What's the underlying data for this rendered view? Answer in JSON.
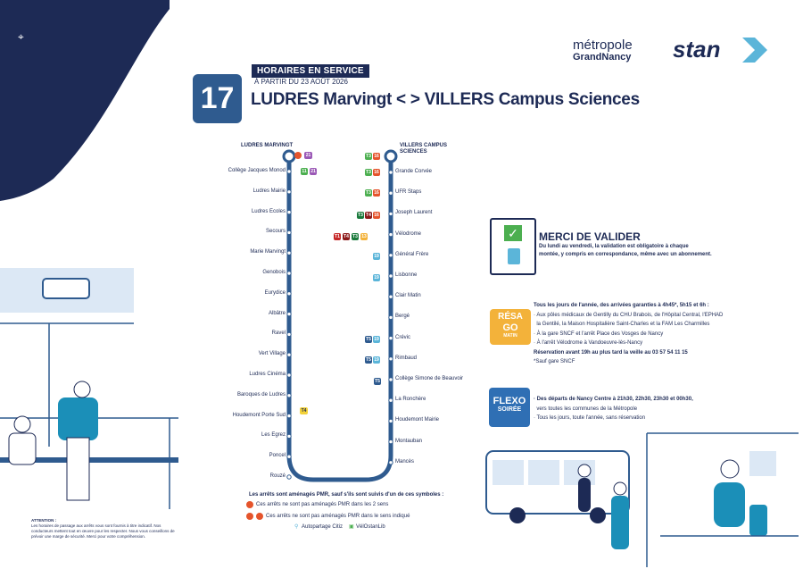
{
  "header": {
    "badge": "HORAIRES EN SERVICE",
    "date": "À PARTIR DU 23 AOÛT 2026",
    "line_number": "17",
    "title": "LUDRES Marvingt < > VILLERS Campus Sciences"
  },
  "brands": {
    "metropole_line1": "métropole",
    "metropole_line2": "GrandNancy",
    "stan": "stan"
  },
  "branch_left": {
    "terminus": "LUDRES MARVINGT",
    "stops": [
      "Collège Jacques Monod",
      "Ludres Mairie",
      "Ludres Ecoles",
      "Secours",
      "Marie Marvingt",
      "Genobois",
      "Eurydice",
      "Albâtre",
      "Ravel",
      "Vert Village",
      "Ludres Cinéma",
      "Baroques de Ludres",
      "Houdemont Porte Sud",
      "Les Egrez",
      "Poncel",
      "Rouzé"
    ]
  },
  "branch_right": {
    "terminus_line1": "VILLERS CAMPUS",
    "terminus_line2": "SCIENCES",
    "stops": [
      "Grande Corvée",
      "UFR Staps",
      "Joseph Laurent",
      "Vélodrome",
      "Général Frère",
      "Lisbonne",
      "Clair Matin",
      "Bergé",
      "Crévic",
      "Rimbaud",
      "Collège Simone de Beauvoir",
      "La Ronchère",
      "Houdemont Mairie",
      "Montauban",
      "Mancès"
    ]
  },
  "merci": {
    "title": "MERCI DE VALIDER",
    "text1": "Du lundi au vendredi, la validation est obligatoire à chaque",
    "text2": "montée, y compris en correspondance, même avec un abonnement."
  },
  "resago": {
    "logo1": "RÉSA",
    "logo2": "GO",
    "logo3": "MATIN",
    "lines": [
      "Tous les jours de l'année, des arrivées garanties à 4h45*, 5h15 et 6h :",
      "· Aux pôles médicaux de Gentilly du CHU Brabois, de l'Hôpital Central, l'EPHAD",
      "  la Gentilé, la Maison Hospitalière Saint-Charles et la FAM Les Charmilles",
      "· À la gare SNCF et l'arrêt Place des Vosges de Nancy",
      "· À l'arrêt Vélodrome à Vandoeuvre-lès-Nancy",
      "Réservation avant 19h au plus tard la veille au 03 57 54 11 15",
      "*Sauf gare SNCF"
    ]
  },
  "flexo": {
    "logo1": "FLEXO",
    "logo2": "SOIRÉE",
    "lines": [
      "· Des départs de Nancy Centre à 21h30, 22h30, 23h30 et 00h30,",
      "  vers toutes les communes de la Métropole",
      "· Tous les jours, toute l'année, sans réservation"
    ]
  },
  "legend": {
    "intro": "Les arrêts sont aménagés PMR, sauf s'ils sont suivis d'un de ces symboles :",
    "item1": "Ces arrêts ne sont pas aménagés PMR dans les 2 sens",
    "item2": "Ces arrêts ne sont pas aménagés PMR dans le sens indiqué",
    "citiz": "Autopartage Citiz",
    "velostan": "VélOstanLib"
  },
  "attention": {
    "label": "ATTENTION :",
    "text": "Les horaires de passage aux arrêts vous sont fournis à titre indicatif. Nos conducteurs mettent tout en œuvre pour les respecter. Nous vous conseillons de prévoir une marge de sécurité. Merci pour votre compréhension."
  },
  "colors": {
    "navy": "#1d2a55",
    "line": "#2f5b8f",
    "accent": "#5bb5d9",
    "pmr": "#e5542c",
    "resago": "#f3b23a",
    "flexo": "#2f6fb4"
  }
}
